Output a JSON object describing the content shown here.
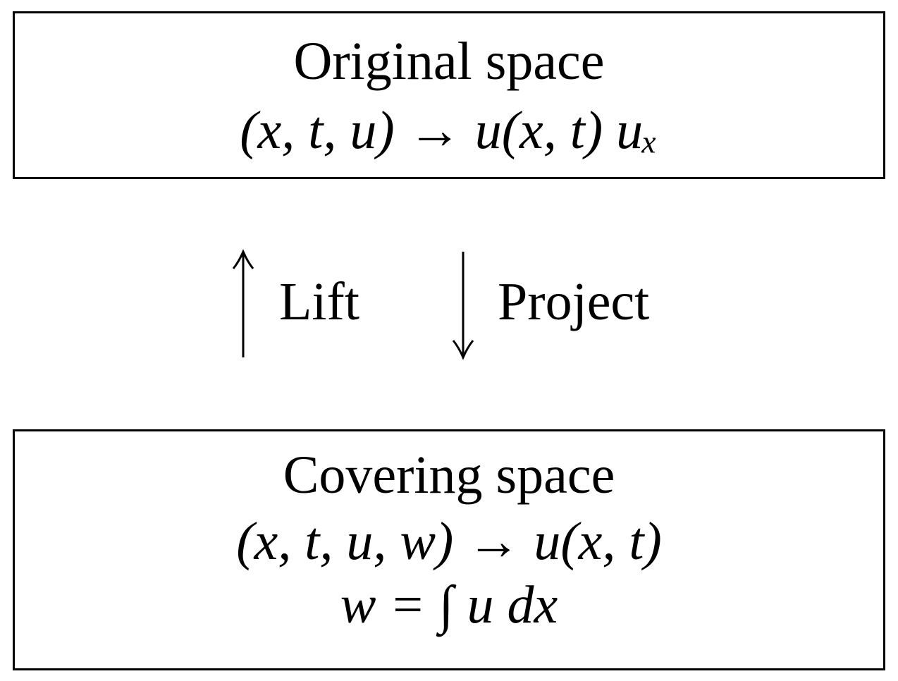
{
  "original_space": {
    "title": "Original space",
    "formula": "(x, t, u) → u(x, t) uₓ"
  },
  "arrows": {
    "lift_label": "Lift",
    "project_label": "Project"
  },
  "covering_space": {
    "title": "Covering space",
    "formula_line1": "(x, t, u, w) → u(x, t)",
    "formula_line2": "w = ∫ u dx"
  }
}
